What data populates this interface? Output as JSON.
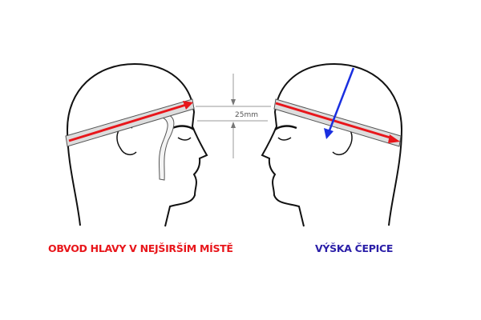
{
  "labels": {
    "head_circumference": "OBVOD HLAVY V NEJŠIRŠÍM MÍSTĚ",
    "hat_height": "VÝŠKA ČEPICE",
    "offset": "25mm"
  },
  "colors": {
    "circumference": "#e8161b",
    "height": "#2b1fa8",
    "arrow_blue": "#1a2fe0"
  }
}
